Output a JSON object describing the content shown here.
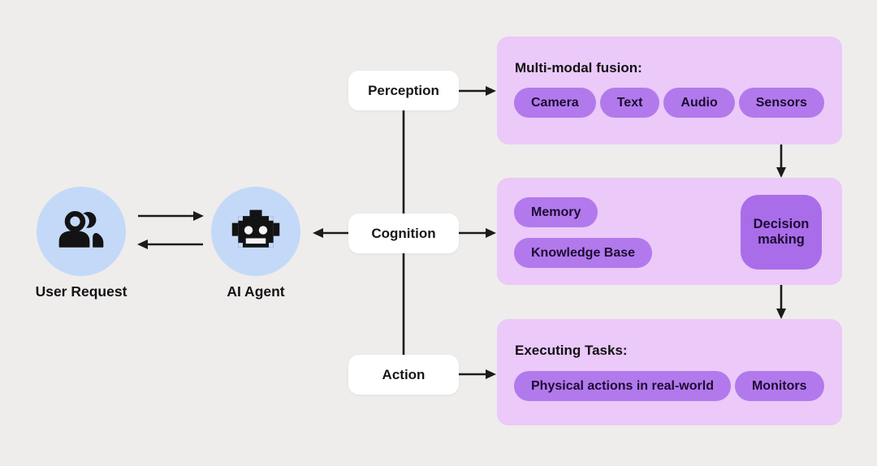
{
  "colors": {
    "background": "#eeedeb",
    "panel": "#ebc9f8",
    "pill": "#b279ec",
    "decision_box": "#aa6de9",
    "actor_circle": "#c4d9f8",
    "stage_box": "#ffffff",
    "line": "#1b1b1b"
  },
  "actors": {
    "user": {
      "label": "User Request"
    },
    "agent": {
      "label": "AI Agent"
    }
  },
  "stages": {
    "perception": {
      "label": "Perception"
    },
    "cognition": {
      "label": "Cognition"
    },
    "action": {
      "label": "Action"
    }
  },
  "panels": {
    "perception": {
      "title": "Multi-modal fusion:",
      "pills": [
        "Camera",
        "Text",
        "Audio",
        "Sensors"
      ]
    },
    "cognition": {
      "pills": [
        "Memory",
        "Knowledge Base"
      ],
      "decision": "Decision making"
    },
    "action": {
      "title": "Executing Tasks:",
      "pills": [
        "Physical actions in real-world",
        "Monitors"
      ]
    }
  }
}
